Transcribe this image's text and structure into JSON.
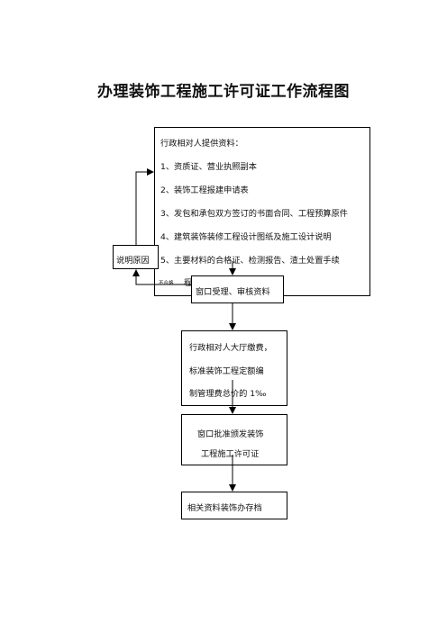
{
  "title": "办理装饰工程施工许可证工作流程图",
  "materials": {
    "heading": "行政相对人提供资料：",
    "items": [
      "1、资质证、营业执照副本",
      "2、装饰工程报建申请表",
      "3、发包和承包双方签订的书面合同、工程预算原件",
      "4、建筑装饰装修工程设计图纸及施工设计说明",
      "5、主要材料的合格证、检测报告、渣土处置手续"
    ],
    "partial": "程"
  },
  "reason_box": "说明原因",
  "reject_label": "不合格",
  "review_box": "窗口受理、审核资料",
  "fee_box": {
    "lines": [
      "行政相对人大厅缴费，",
      "标准装饰工程定额编",
      "制管理费总价的 1‰"
    ]
  },
  "issue_box": {
    "lines": [
      "窗口批准颁发装饰",
      "工程施工许可证"
    ]
  },
  "archive_box": "相关资料装饰办存档"
}
